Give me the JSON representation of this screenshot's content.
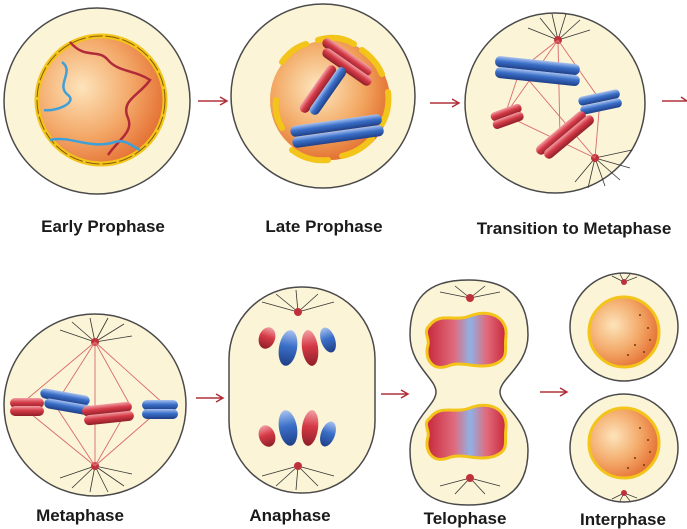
{
  "stages": [
    {
      "id": "early-prophase",
      "label": "Early Prophase"
    },
    {
      "id": "late-prophase",
      "label": "Late Prophase"
    },
    {
      "id": "transition-to-metaphase",
      "label": "Transition to Metaphase"
    },
    {
      "id": "metaphase",
      "label": "Metaphase"
    },
    {
      "id": "anaphase",
      "label": "Anaphase"
    },
    {
      "id": "telophase",
      "label": "Telophase"
    },
    {
      "id": "interphase",
      "label": "Interphase"
    }
  ],
  "colors": {
    "cell_fill": "#fbf4d6",
    "cell_outline": "#4a4a4a",
    "nucleus_light": "#fde2b6",
    "nucleus_dark": "#e9793a",
    "envelope_yellow": "#f3c419",
    "chromosome_red": "#d43a46",
    "chromosome_blue": "#3a6fc8",
    "spindle_line": "#d96a6a",
    "arrow": "#b0303a"
  }
}
